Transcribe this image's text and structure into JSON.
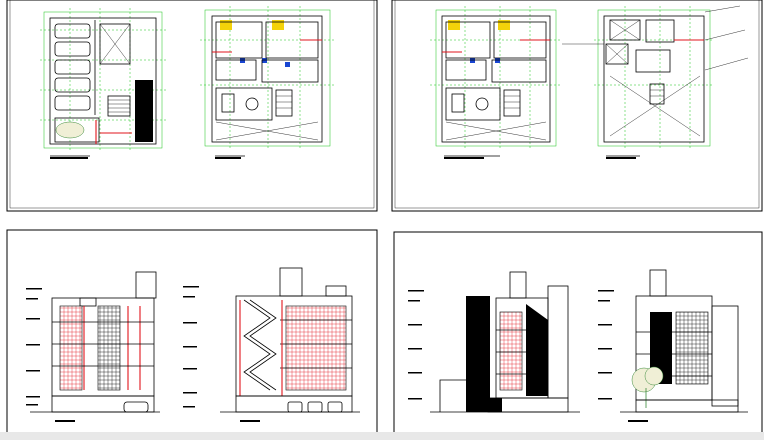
{
  "sheets": [
    {
      "id": "sheet-1",
      "content": "floor-plans-basement-and-first-floor"
    },
    {
      "id": "sheet-2",
      "content": "floor-plans-typical-floor-and-roof"
    },
    {
      "id": "sheet-3",
      "content": "elevations-front-and-section"
    },
    {
      "id": "sheet-4",
      "content": "elevations-side-and-rear"
    }
  ],
  "colors": {
    "frame": "#000000",
    "grid_lines": "#19c319",
    "walls_red": "#e2141c",
    "furniture_yellow": "#f4d20a",
    "furniture_blue": "#1946d2",
    "background": "#ffffff"
  },
  "icons": [
    "tree-icon",
    "car-icon",
    "stair-icon"
  ]
}
